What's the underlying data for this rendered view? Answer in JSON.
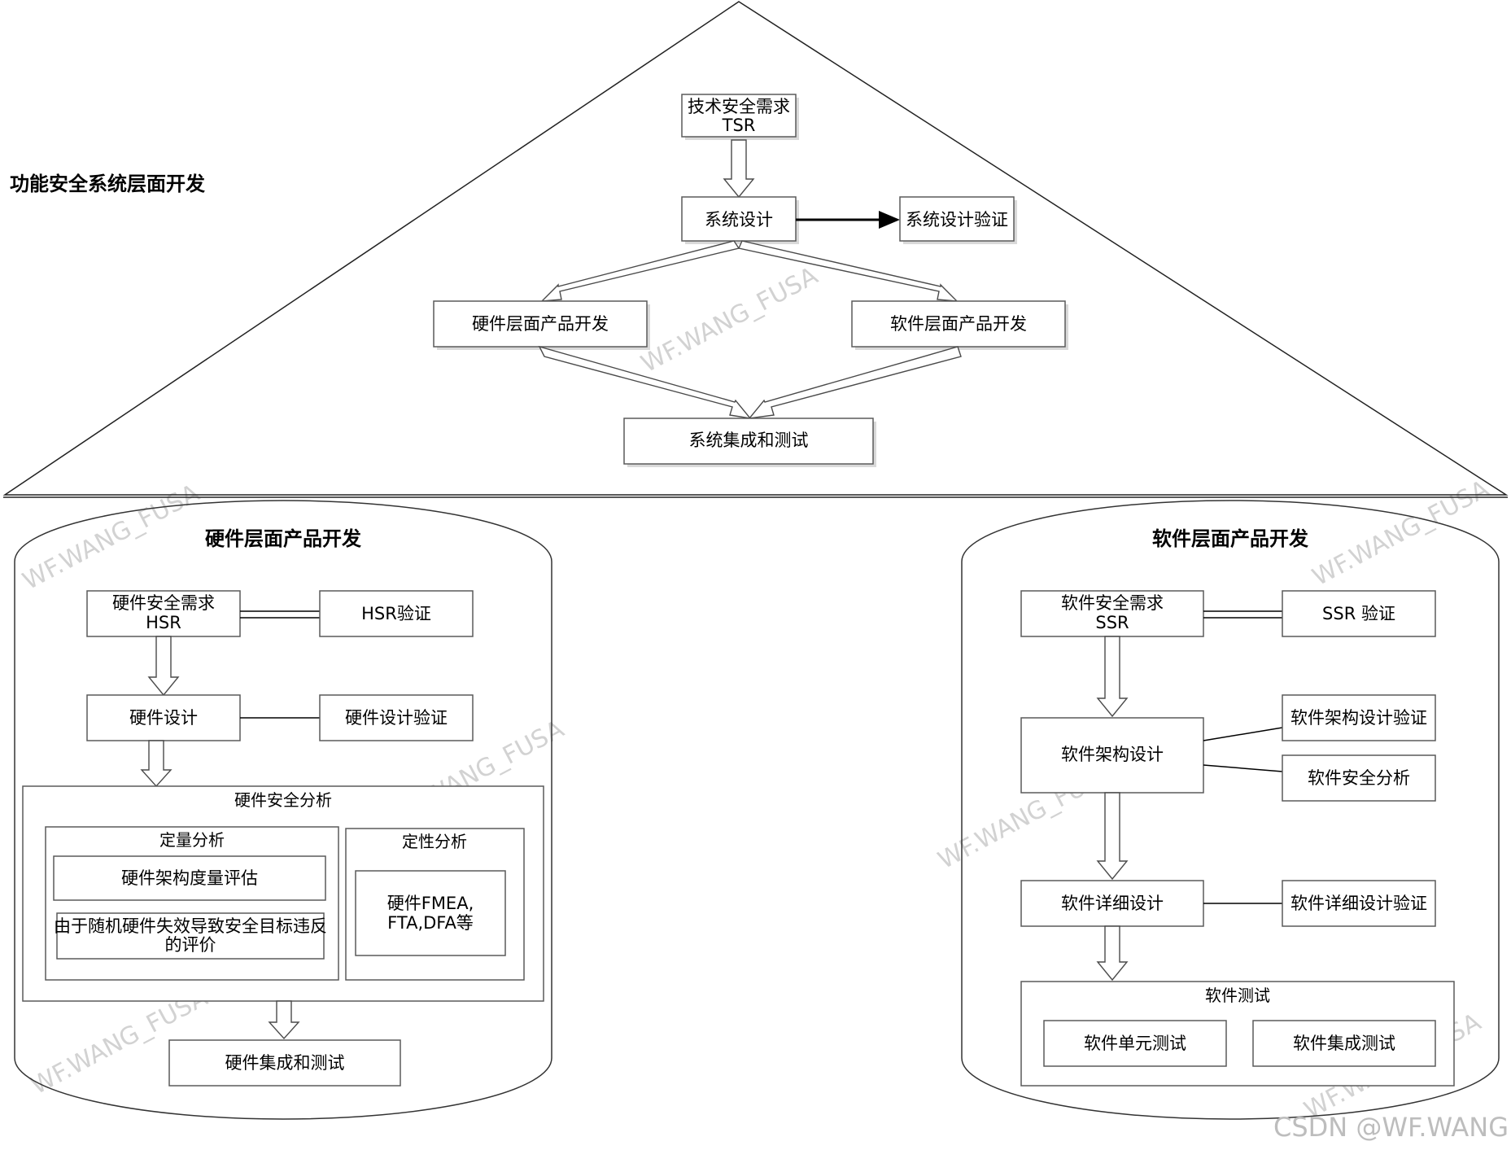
{
  "system": {
    "title": "功能安全系统层面开发",
    "tsr": [
      "技术安全需求",
      "TSR"
    ],
    "design": "系统设计",
    "design_verify": "系统设计验证",
    "hw_dev": "硬件层面产品开发",
    "sw_dev": "软件层面产品开发",
    "integration": "系统集成和测试"
  },
  "hardware": {
    "title": "硬件层面产品开发",
    "hsr": [
      "硬件安全需求",
      "HSR"
    ],
    "hsr_verify": "HSR验证",
    "design": "硬件设计",
    "design_verify": "硬件设计验证",
    "analysis": "硬件安全分析",
    "quant": "定量分析",
    "quant_metric": "硬件架构度量评估",
    "quant_random": [
      "由于随机硬件失效导致安全目标违反",
      "的评价"
    ],
    "qual": "定性分析",
    "qual_items": [
      "硬件FMEA,",
      "FTA,DFA等"
    ],
    "integration": "硬件集成和测试"
  },
  "software": {
    "title": "软件层面产品开发",
    "ssr": [
      "软件安全需求",
      "SSR"
    ],
    "ssr_verify": "SSR 验证",
    "arch": "软件架构设计",
    "arch_verify": "软件架构设计验证",
    "safety_analysis": "软件安全分析",
    "detail": "软件详细设计",
    "detail_verify": "软件详细设计验证",
    "test": "软件测试",
    "unit_test": "软件单元测试",
    "int_test": "软件集成测试"
  },
  "watermark": "WF.WANG_FUSA",
  "footer": "CSDN @WF.WANG"
}
